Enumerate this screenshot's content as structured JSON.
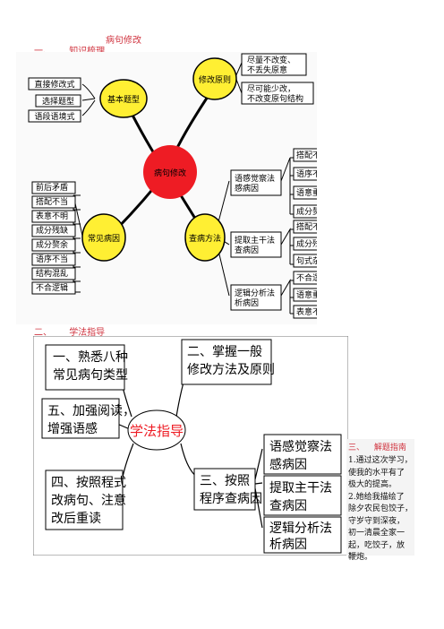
{
  "doc": {
    "title": "病句修改",
    "section1": {
      "num": "一、",
      "title": "知识梳理"
    },
    "section2": {
      "num": "二、",
      "title": "学法指导"
    },
    "section3": {
      "num": "三、",
      "title": "解题指南"
    }
  },
  "mindmap1": {
    "center": "病句修改",
    "hub_basic": "基本题型",
    "hub_principle": "修改原则",
    "hub_causes": "常见病因",
    "hub_method": "查病方法",
    "basic_items": [
      "直接修改式",
      "选择题型",
      "语段语境式"
    ],
    "principle_items": [
      "尽量不改变、\n不丢失原意",
      "尽可能少改，\n不改变原句结构"
    ],
    "cause_items": [
      "前后矛盾",
      "搭配不当",
      "表意不明",
      "成分残缺",
      "成分赘余",
      "语序不当",
      "结构混乱",
      "不合逻辑"
    ],
    "methods": [
      {
        "label": "语感觉察法\n感病因",
        "items": [
          "搭配不当",
          "语序不当",
          "语意重复",
          "成分赘余"
        ]
      },
      {
        "label": "提取主干法\n查病因",
        "items": [
          "搭配不当",
          "成分残缺",
          "句式杂糅"
        ]
      },
      {
        "label": "逻辑分析法\n析病因",
        "items": [
          "不合逻辑",
          "语意重复",
          "表意不明"
        ]
      }
    ]
  },
  "mindmap2": {
    "center": "学法指导",
    "tl": "一、熟悉八种\n常见病句类型",
    "tr": "二、掌握一般\n修改方法及原则",
    "ml": "五、加强阅读，\n增强语感",
    "bl": "四、按照程式\n改病句、注意\n改后重读",
    "mr": "三、按照\n程序查病因",
    "sub": [
      "语感觉察法\n感病因",
      "提取主干法\n查病因",
      "逻辑分析法\n析病因"
    ]
  },
  "guide": {
    "lines": [
      "1.通过这次学习，",
      "使我的水平有了",
      "极大的提高。",
      "2.她给我描绘了",
      "除夕农民包饺子，",
      "守岁守到深夜，",
      "初一清晨全家一",
      "起，吃饺子，放",
      "鞭炮。"
    ]
  }
}
